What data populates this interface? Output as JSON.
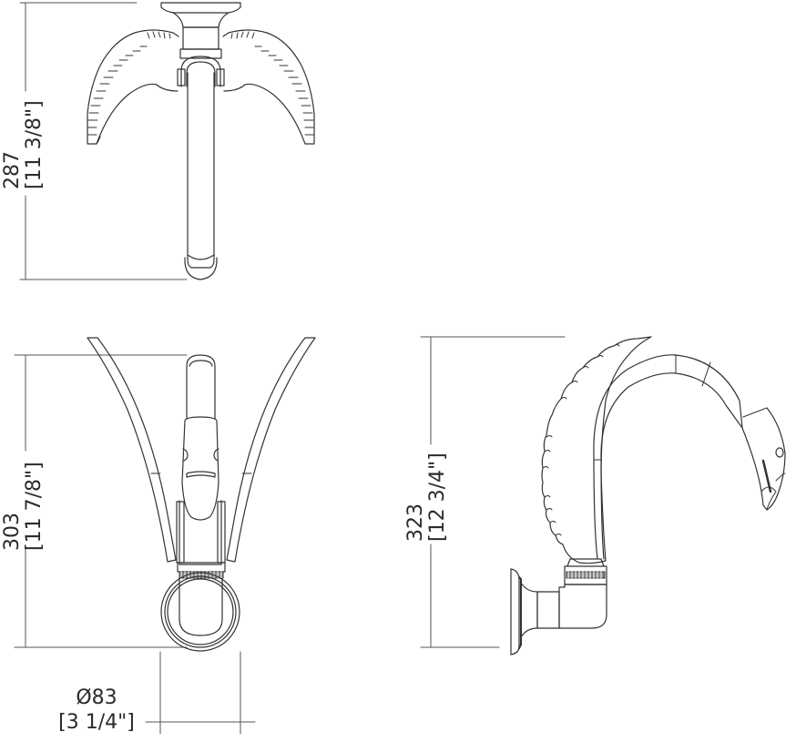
{
  "drawing": {
    "title": "Swan faucet dimension drawing",
    "line_color": "#333333",
    "dim_line_color": "#555555",
    "views": {
      "top": {
        "name": "top-view",
        "dimension": {
          "metric": "287",
          "imperial": "[11 3/8\"]"
        }
      },
      "front": {
        "name": "front-view",
        "dimension": {
          "metric": "303",
          "imperial": "[11 7/8\"]"
        },
        "base_diameter": {
          "metric": "Ø83",
          "imperial": "[3 1/4\"]"
        }
      },
      "side": {
        "name": "side-view",
        "dimension": {
          "metric": "323",
          "imperial": "[12 3/4\"]"
        }
      }
    }
  }
}
